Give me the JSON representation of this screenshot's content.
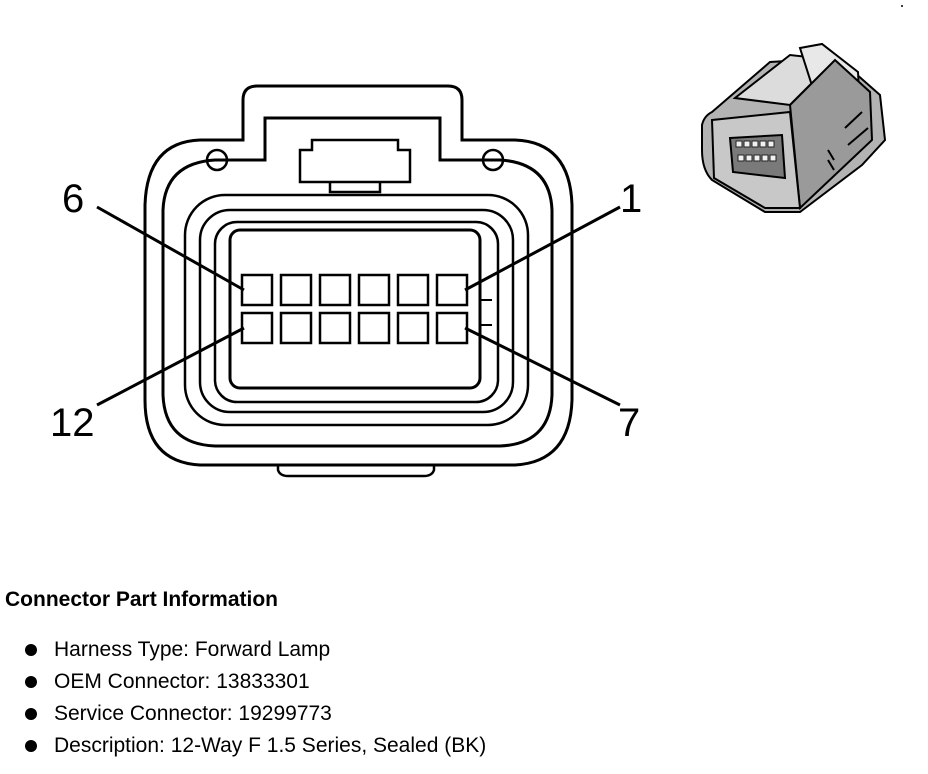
{
  "diagram": {
    "pin_labels": {
      "top_left": "6",
      "top_right": "1",
      "bottom_left": "12",
      "bottom_right": "7"
    },
    "icons": {
      "connector_face": "connector-face-view",
      "connector_3d": "connector-3d-view"
    }
  },
  "info": {
    "title": "Connector Part Information",
    "items": [
      "Harness Type: Forward Lamp",
      "OEM Connector: 13833301",
      "Service Connector: 19299773",
      "Description: 12-Way F 1.5 Series, Sealed (BK)"
    ]
  }
}
